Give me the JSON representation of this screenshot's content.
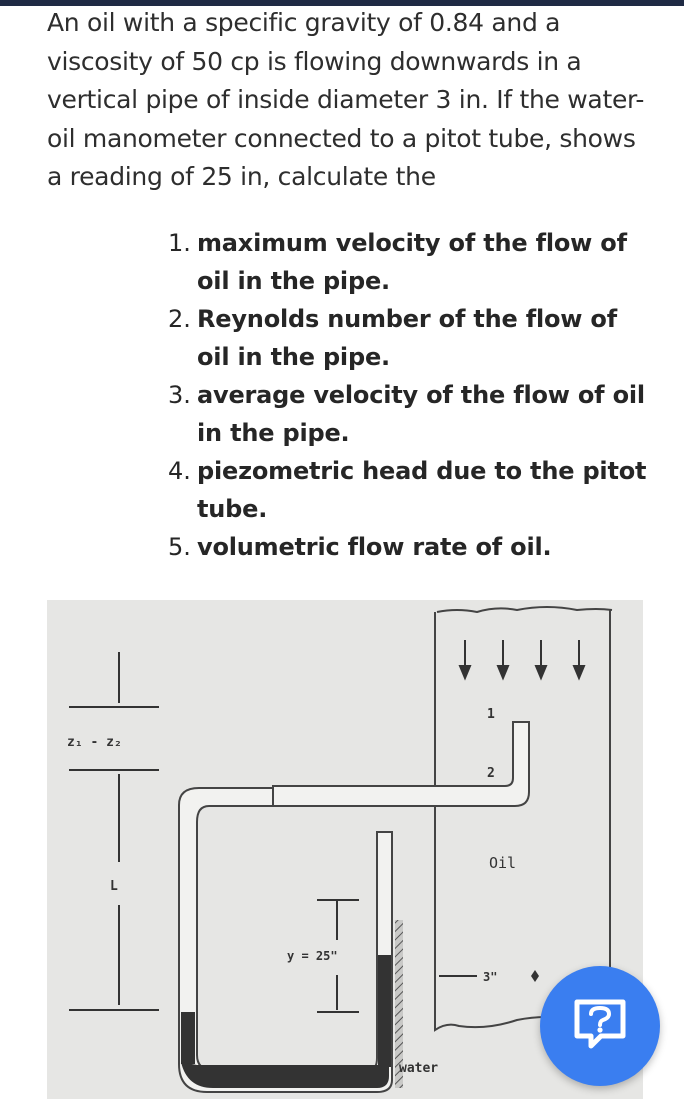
{
  "question": {
    "text": "An oil with a specific gravity of 0.84 and a viscosity of 50 cp is flowing downwards in a vertical pipe of inside diameter 3 in. If the water-oil manometer connected to a pitot tube, shows a reading of 25 in, calculate the"
  },
  "items": [
    {
      "num": "1.",
      "text": "maximum velocity of the flow of oil in the pipe."
    },
    {
      "num": "2.",
      "text": "Reynolds number of the flow of oil in the pipe."
    },
    {
      "num": "3.",
      "text": "average velocity of the flow of oil in the pipe."
    },
    {
      "num": "4.",
      "text": "piezometric head due to the pitot tube."
    },
    {
      "num": "5.",
      "text": "volumetric flow rate of oil."
    }
  ],
  "figure": {
    "label_z": "z₁ - z₂",
    "label_L": "L",
    "label_1": "1",
    "label_2": "2",
    "label_oil": "Oil",
    "label_y": "y = 25\"",
    "label_diam": "3\"",
    "label_water": "water"
  },
  "colors": {
    "topbar": "#1f2a44",
    "fab": "#3a7ef0",
    "figure_bg": "#e6e6e4"
  },
  "icons": {
    "fab_icon": "chat-question-icon"
  }
}
